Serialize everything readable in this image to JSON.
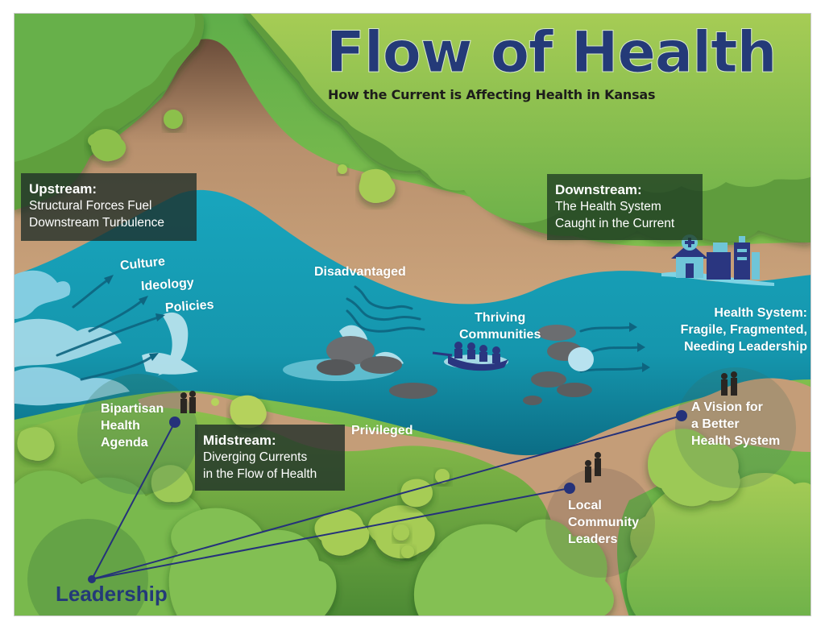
{
  "header": {
    "title": "Flow of Health",
    "subtitle": "How the Current is Affecting Health in Kansas"
  },
  "panels": {
    "upstream": {
      "heading": "Upstream:",
      "line1": "Structural Forces Fuel",
      "line2": "Downstream Turbulence"
    },
    "downstream": {
      "heading": "Downstream:",
      "line1": "The Health System",
      "line2": "Caught in the Current"
    },
    "midstream": {
      "heading": "Midstream:",
      "line1": "Diverging Currents",
      "line2": "in the Flow of Health"
    }
  },
  "river_labels": {
    "culture": "Culture",
    "ideology": "Ideology",
    "policies": "Policies",
    "disadvantaged": "Disadvantaged",
    "thriving": {
      "line1": "Thriving",
      "line2": "Communities"
    },
    "privileged": "Privileged",
    "health_system": {
      "line1": "Health System:",
      "line2": "Fragile, Fragmented,",
      "line3": "Needing Leadership"
    }
  },
  "leadership": {
    "label": "Leadership",
    "nodes": [
      {
        "id": "bipartisan",
        "line1": "Bipartisan",
        "line2": "Health",
        "line3": "Agenda"
      },
      {
        "id": "vision",
        "line1": "A Vision for",
        "line2": "a Better",
        "line3": "Health System"
      },
      {
        "id": "local",
        "line1": "Local",
        "line2": "Community",
        "line3": "Leaders"
      }
    ]
  },
  "colors": {
    "title_navy": "#243a78",
    "grass_light": "#8dc14f",
    "grass_dark": "#5a9a3c",
    "dirt": "#c9a27e",
    "river": "#1aa0b8",
    "river_deep": "#0e7a91",
    "line_navy": "#25327a"
  }
}
